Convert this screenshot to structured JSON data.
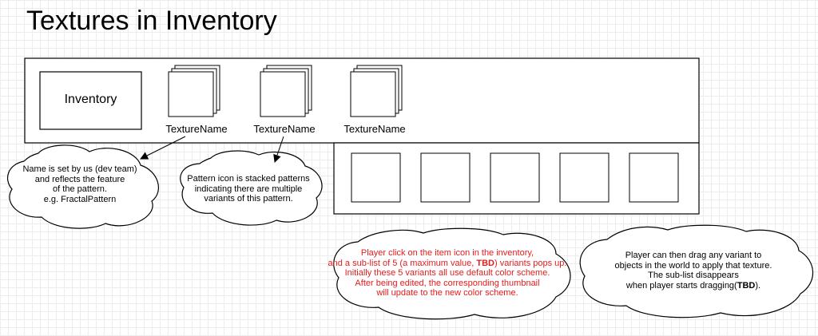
{
  "title": "Textures in Inventory",
  "inventory_label": "Inventory",
  "texture_items": [
    {
      "name": "TextureName"
    },
    {
      "name": "TextureName"
    },
    {
      "name": "TextureName"
    }
  ],
  "variant_count": 5,
  "notes": {
    "name_note": {
      "lines": [
        "Name is set by us (dev team)",
        "and reflects the feature",
        "of the pattern.",
        "e.g. FractalPattern"
      ]
    },
    "pattern_note": {
      "lines": [
        "Pattern icon is stacked patterns",
        "indicating there are multiple",
        "variants of this pattern."
      ]
    },
    "click_note": {
      "lines": [
        {
          "parts": [
            {
              "t": "Player click on the item icon in the inventory,"
            }
          ]
        },
        {
          "parts": [
            {
              "t": "and a sub-list of 5 (a maximum value, "
            },
            {
              "t": "TBD",
              "b": true
            },
            {
              "t": ") variants pops up."
            }
          ]
        },
        {
          "parts": [
            {
              "t": "Initially these 5 variants all use default color scheme."
            }
          ]
        },
        {
          "parts": [
            {
              "t": "After being edited, the corresponding thumbnail"
            }
          ]
        },
        {
          "parts": [
            {
              "t": "will update to the new color scheme."
            }
          ]
        }
      ]
    },
    "drag_note": {
      "lines": [
        {
          "parts": [
            {
              "t": "Player can then drag any variant to"
            }
          ]
        },
        {
          "parts": [
            {
              "t": "objects in the world to apply that texture."
            }
          ]
        },
        {
          "parts": [
            {
              "t": "The sub-list disappears"
            }
          ]
        },
        {
          "parts": [
            {
              "t": "when player starts dragging("
            },
            {
              "t": "TBD",
              "b": true
            },
            {
              "t": ")."
            }
          ]
        }
      ]
    }
  }
}
